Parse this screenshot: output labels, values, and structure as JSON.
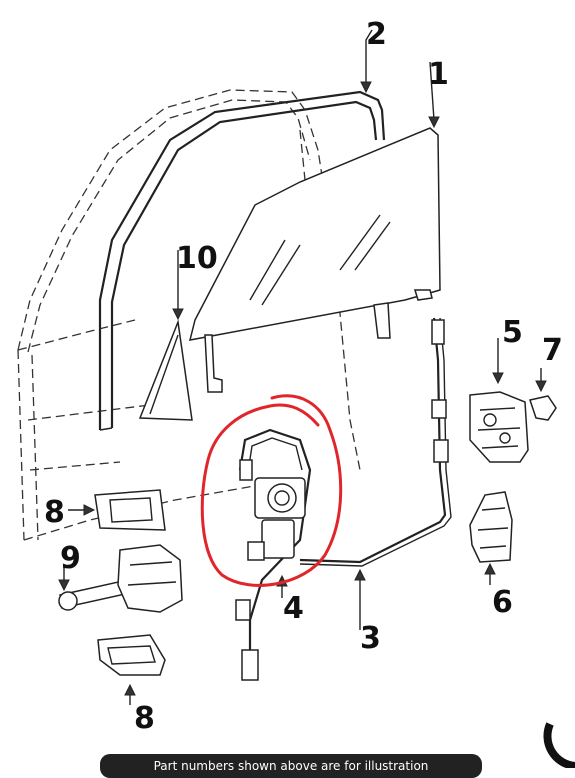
{
  "labels": {
    "p1": "1",
    "p2": "2",
    "p3": "3",
    "p4": "4",
    "p5": "5",
    "p6": "6",
    "p7": "7",
    "p8a": "8",
    "p8b": "8",
    "p9": "9",
    "p10": "10"
  },
  "caption": "Part numbers shown above are for illustration",
  "colors": {
    "highlight_circle": "#e0262b",
    "ink": "#222222",
    "caption_bg": "#222222"
  }
}
